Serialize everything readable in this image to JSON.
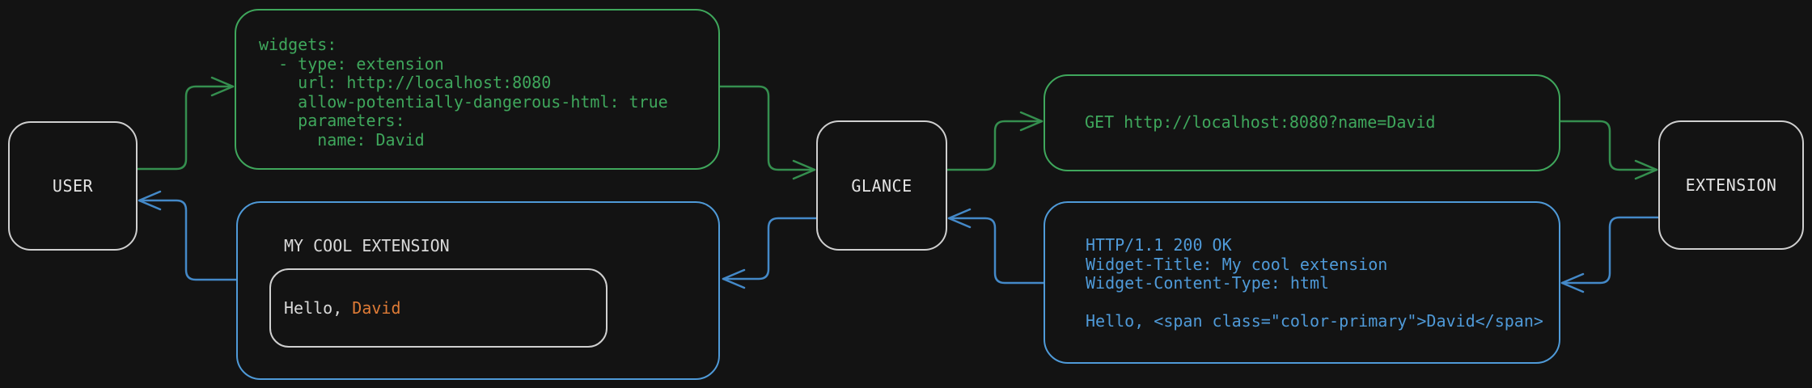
{
  "colors": {
    "background": "#131313",
    "green": "#3fa75c",
    "green_arrow": "#358f4f",
    "blue": "#4f9ad8",
    "blue_arrow": "#4489c8",
    "node_border": "#cfcfcf",
    "text_light": "#d9d9d9",
    "orange_accent": "#de7b36"
  },
  "nodes": {
    "user": {
      "label": "USER"
    },
    "glance": {
      "label": "GLANCE"
    },
    "extension": {
      "label": "EXTENSION"
    }
  },
  "messages": {
    "config_yaml": {
      "code": "widgets:\n  - type: extension\n    url: http://localhost:8080\n    allow-potentially-dangerous-html: true\n    parameters:\n      name: David"
    },
    "http_request": {
      "code": "GET http://localhost:8080?name=David"
    },
    "http_response": {
      "code": "HTTP/1.1 200 OK\nWidget-Title: My cool extension\nWidget-Content-Type: html\n\nHello, <span class=\"color-primary\">David</span>"
    },
    "widget_preview": {
      "title": "MY COOL EXTENSION",
      "greeting_prefix": "Hello, ",
      "greeting_name": "David"
    }
  },
  "edges": [
    {
      "from": "user",
      "to": "config_yaml",
      "color": "green"
    },
    {
      "from": "config_yaml",
      "to": "glance",
      "color": "green"
    },
    {
      "from": "glance",
      "to": "http_request",
      "color": "green"
    },
    {
      "from": "http_request",
      "to": "extension",
      "color": "green"
    },
    {
      "from": "extension",
      "to": "http_response",
      "color": "blue"
    },
    {
      "from": "http_response",
      "to": "glance",
      "color": "blue"
    },
    {
      "from": "glance",
      "to": "widget_preview",
      "color": "blue"
    },
    {
      "from": "widget_preview",
      "to": "user",
      "color": "blue"
    }
  ]
}
